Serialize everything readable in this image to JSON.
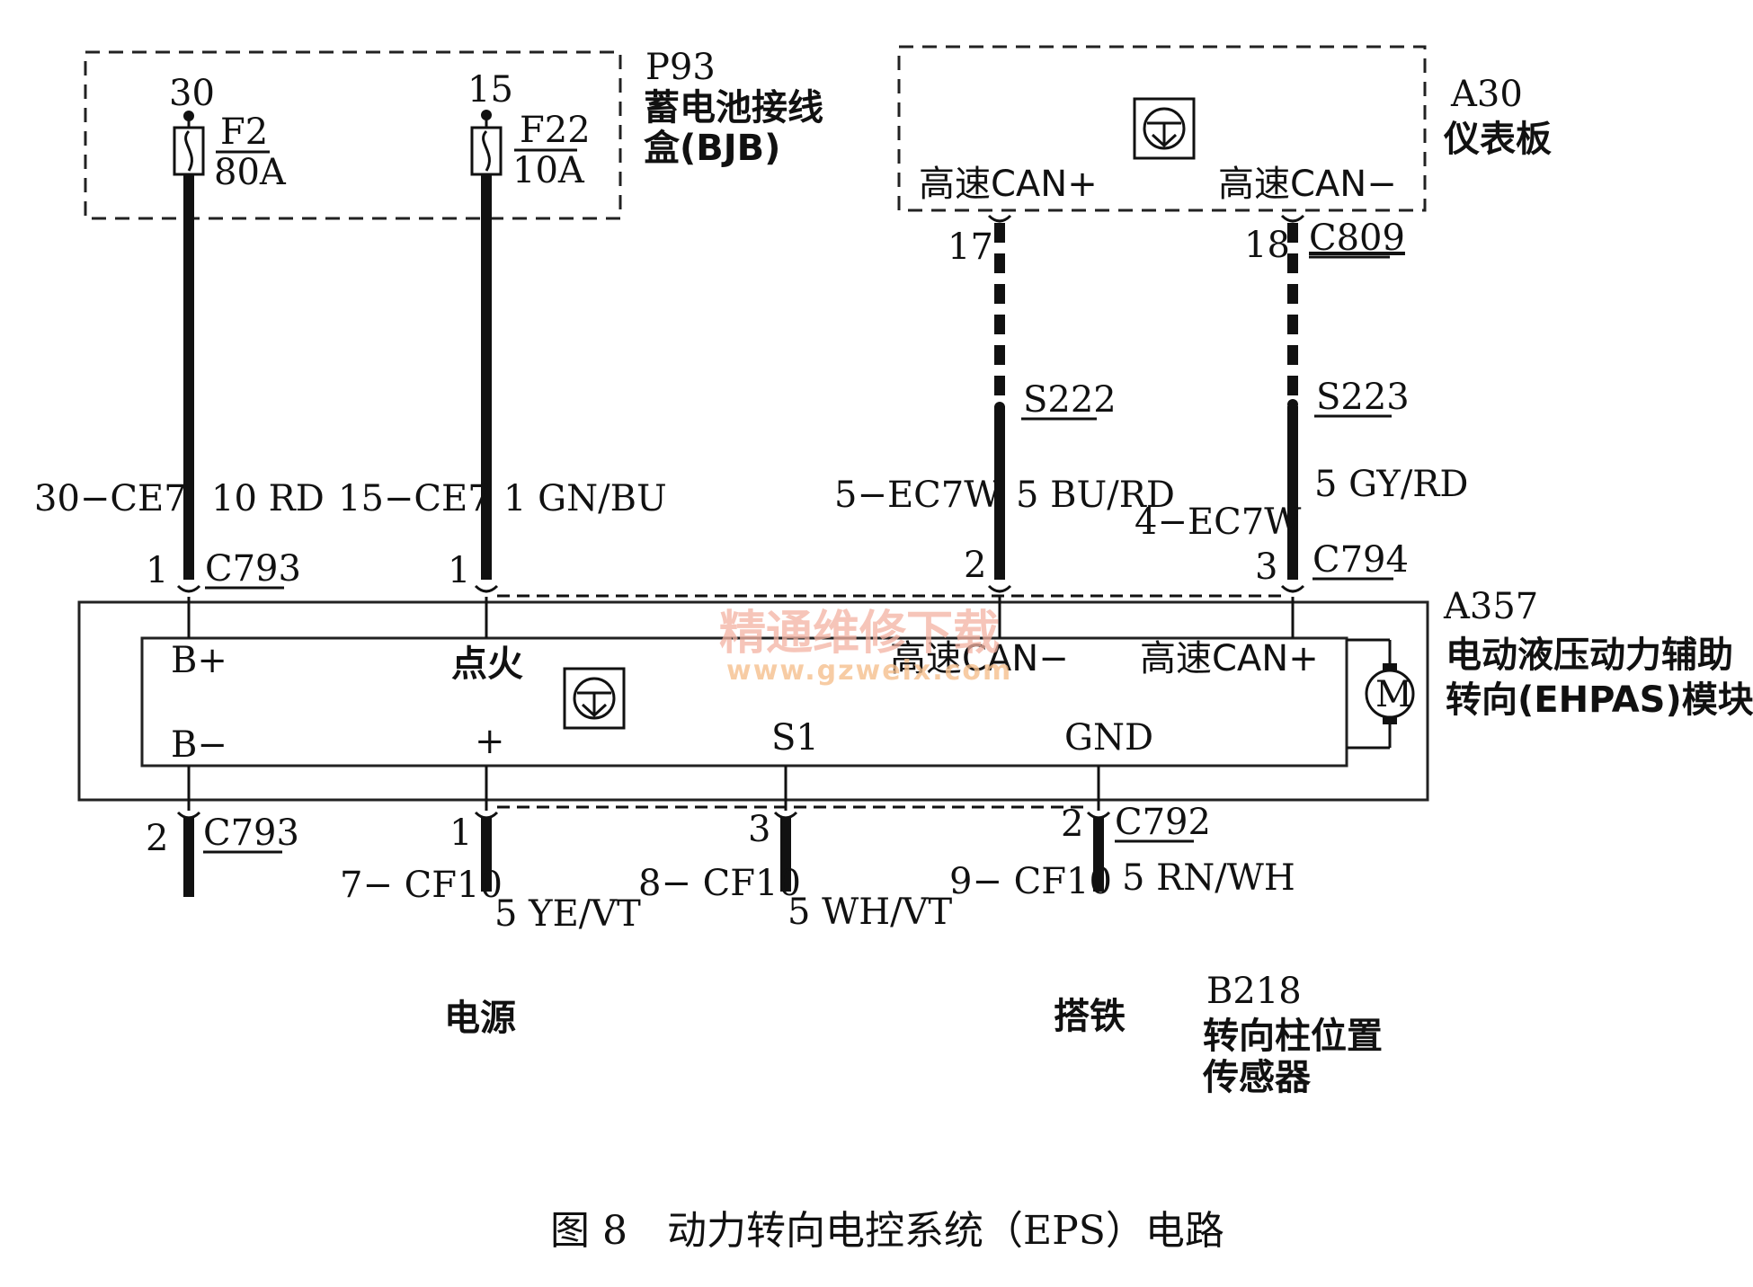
{
  "p93": {
    "id": "P93",
    "name_l1": "蓄电池接线",
    "name_l2": "盒(BJB)"
  },
  "f2": {
    "pin": "30",
    "name": "F2",
    "rating": "80A"
  },
  "f22": {
    "pin": "15",
    "name": "F22",
    "rating": "10A"
  },
  "a30": {
    "id": "A30",
    "name": "仪表板",
    "can_plus": "高速CAN+",
    "can_minus": "高速CAN−"
  },
  "c809": {
    "connector": "C809",
    "pin_left": "17",
    "pin_right": "18"
  },
  "s222": "S222",
  "s223": "S223",
  "wire_left": {
    "circuit": "30−CE7",
    "color": "10 RD",
    "pin": "1",
    "connector": "C793"
  },
  "wire_ign": {
    "circuit": "15−CE7",
    "color": "1 GN/BU",
    "pin": "1"
  },
  "wire_canlo": {
    "circuit": "5−EC7W",
    "color": "5 BU/RD",
    "pin": "2"
  },
  "wire_canhi": {
    "circuit": "4−EC7W",
    "color": "5 GY/RD",
    "pin": "3",
    "connector": "C794"
  },
  "a357": {
    "id": "A357",
    "name_l1": "电动液压动力辅助",
    "name_l2": "转向(EHPAS)模块",
    "bplus": "B+",
    "ignition": "点火",
    "can_minus": "高速CAN−",
    "can_plus": "高速CAN+",
    "bminus": "B−",
    "plus": "+",
    "s1": "S1",
    "gnd": "GND",
    "motor": "M"
  },
  "bottom": {
    "c793_pin": "2",
    "c793": "C793",
    "pin_plus": "1",
    "circuit_plus": "7− CF10",
    "color_plus": "5 YE/VT",
    "pin_s1": "3",
    "circuit_s1": "8− CF10",
    "color_s1": "5 WH/VT",
    "pin_gnd": "2",
    "c792": "C792",
    "circuit_gnd": "9− CF10",
    "color_gnd": "5 RN/WH"
  },
  "labels": {
    "power": "电源",
    "ground": "搭铁",
    "b218_id": "B218",
    "b218_l1": "转向柱位置",
    "b218_l2": "传感器"
  },
  "watermark": {
    "line1": "精通维修下载",
    "line2": "www.gzweix.com"
  },
  "caption": "图 8　动力转向电控系统（EPS）电路"
}
